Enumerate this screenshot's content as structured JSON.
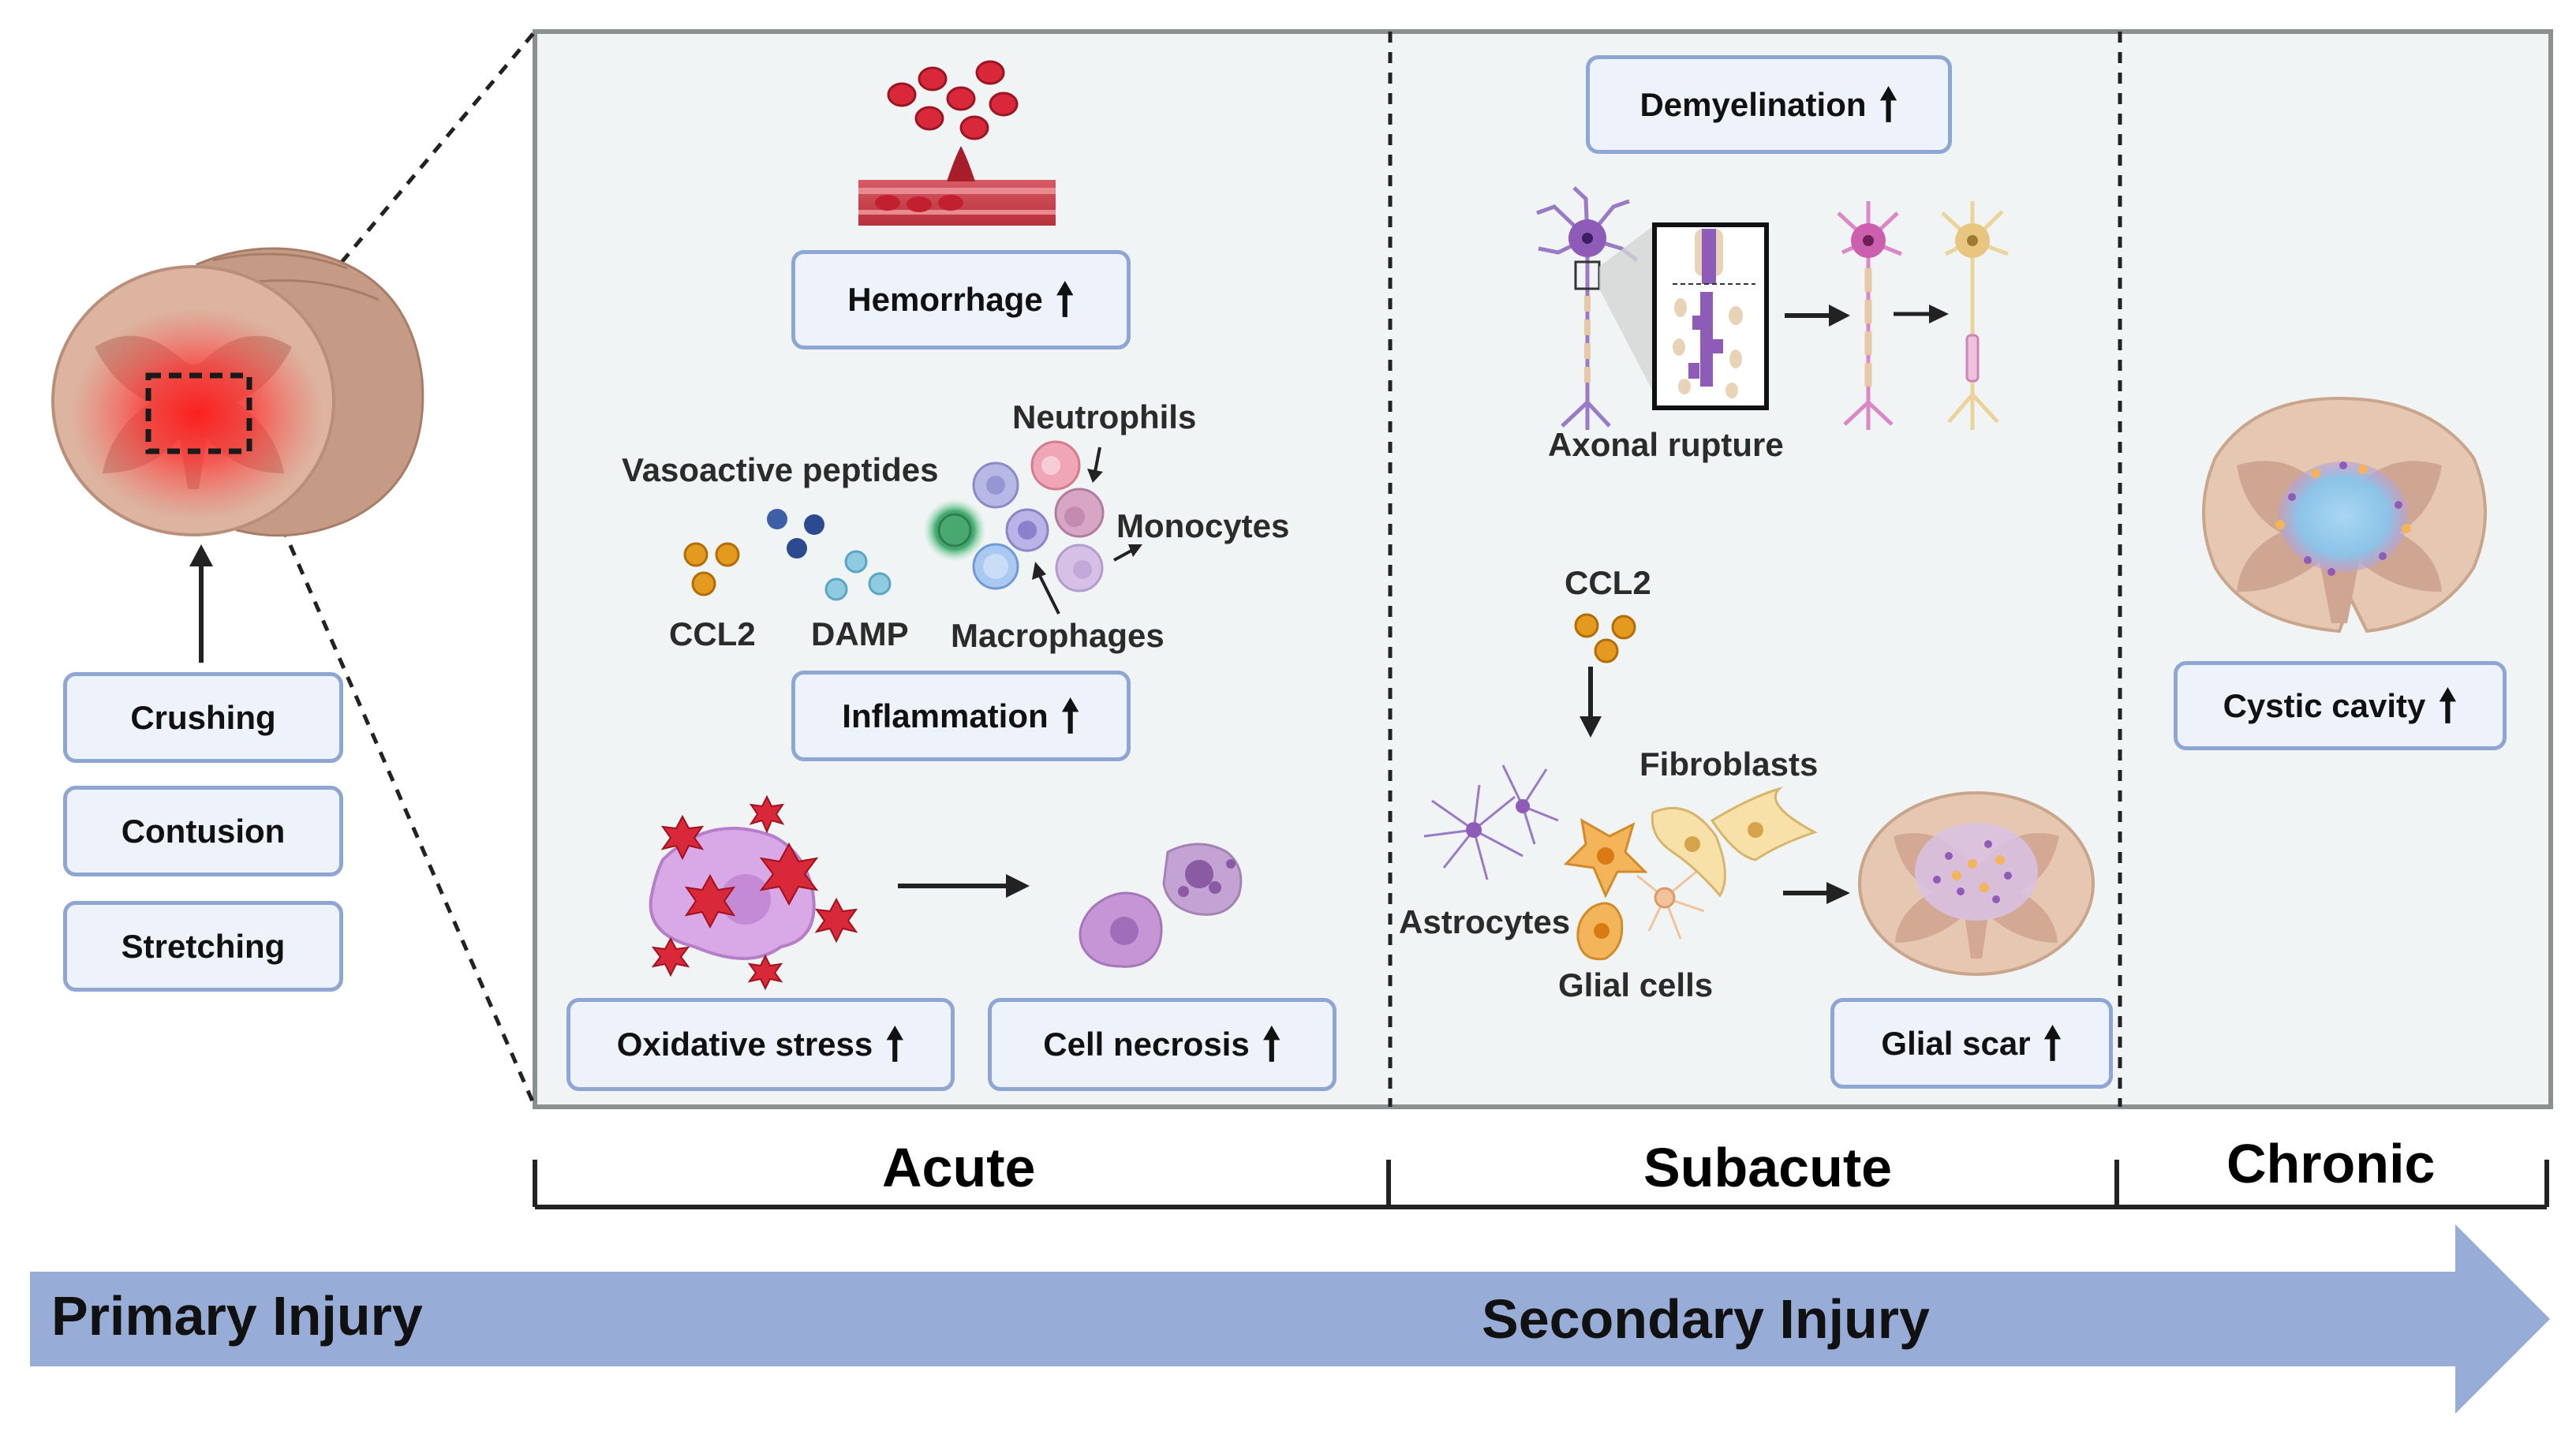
{
  "colors": {
    "panel_bg": "#f1f4f4",
    "box_fill": "#eef3fb",
    "box_border": "#8da6d3",
    "arrow_band": "#97acd6",
    "blood_red": "#d8283a",
    "neuron_purple": "#8e5bb8",
    "tissue_beige": "#d9ae95"
  },
  "injury_mechanisms": [
    "Crushing",
    "Contusion",
    "Stretching"
  ],
  "acute": {
    "hemorrhage": "Hemorrhage",
    "vasoactive": "Vasoactive peptides",
    "ccl2": "CCL2",
    "damp": "DAMP",
    "neutrophils": "Neutrophils",
    "monocytes": "Monocytes",
    "macrophages": "Macrophages",
    "inflammation": "Inflammation",
    "oxidative_stress": "Oxidative stress",
    "cell_necrosis": "Cell necrosis"
  },
  "subacute": {
    "demyelination": "Demyelination",
    "axonal_rupture": "Axonal rupture",
    "ccl2": "CCL2",
    "fibroblasts": "Fibroblasts",
    "astrocytes": "Astrocytes",
    "glial_cells": "Glial cells",
    "glial_scar": "Glial scar"
  },
  "chronic": {
    "cystic_cavity": "Cystic cavity"
  },
  "increase_symbol": "🠕",
  "phases": [
    "Acute",
    "Subacute",
    "Chronic"
  ],
  "timeline": {
    "primary": "Primary Injury",
    "secondary": "Secondary Injury"
  },
  "icons": [
    "spinal-cord-icon",
    "blood-vessel-icon",
    "immune-cells-icon",
    "neuron-icon",
    "glial-cells-icon",
    "cross-section-icon"
  ]
}
